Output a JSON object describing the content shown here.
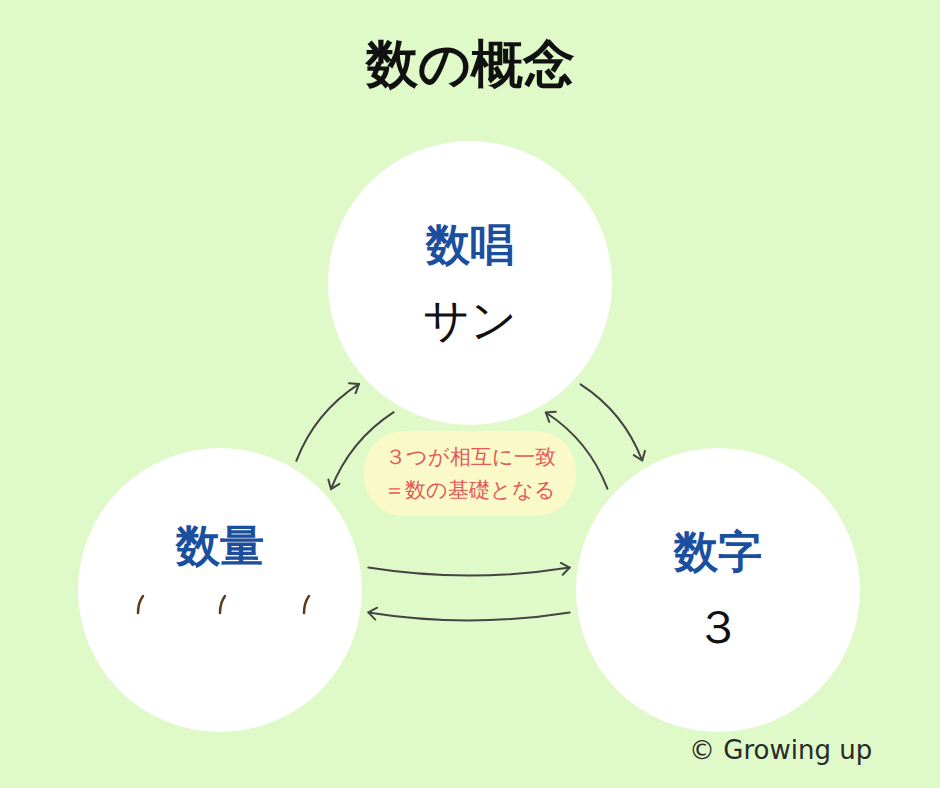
{
  "diagram": {
    "title": "数の概念",
    "nodes": [
      {
        "text": [
          "数唱",
          "サン"
        ]
      },
      {
        "text": [
          "３つが相互に一致 ＝数の基礎となる"
        ]
      },
      {
        "text": [
          "数量"
        ]
      },
      {
        "text": [
          "数字",
          "３"
        ]
      }
    ],
    "edges": [
      {
        "from": 0,
        "to": 2,
        "arrow": "to"
      },
      {
        "from": 2,
        "to": 0,
        "arrow": "to"
      },
      {
        "from": 0,
        "to": 3,
        "arrow": "to"
      },
      {
        "from": 3,
        "to": 0,
        "arrow": "to"
      },
      {
        "from": 2,
        "to": 3,
        "arrow": "to"
      },
      {
        "from": 3,
        "to": 2,
        "arrow": "to"
      }
    ],
    "labels": [
      "© Growing up"
    ]
  }
}
